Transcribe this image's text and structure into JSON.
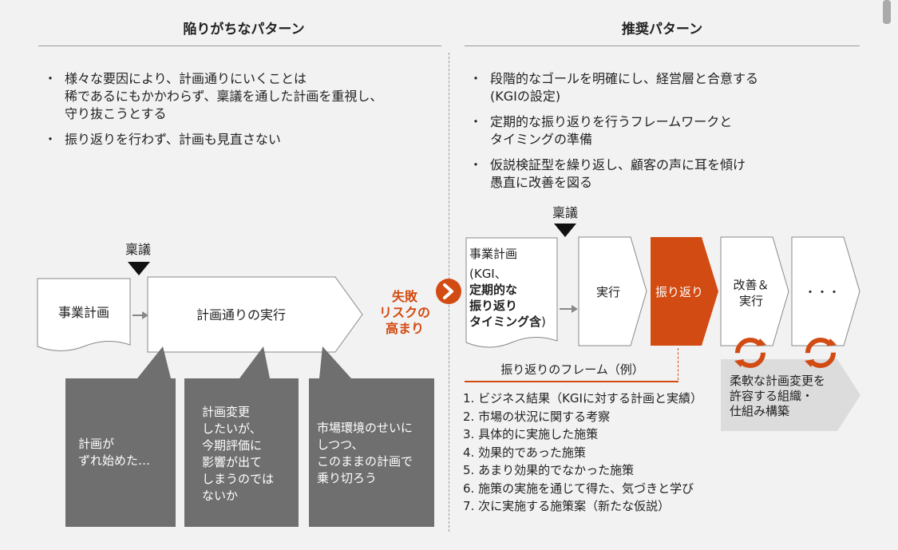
{
  "left": {
    "title": "陥りがちなパターン",
    "bullets": [
      "様々な要因により、計画通りにいくことは\n稀であるにもかかわらず、稟議を通した計画を重視し、\n守り抜こうとする",
      "振り返りを行わず、計画も見直さない"
    ],
    "approval_label": "稟議",
    "plan_label": "事業計画",
    "execution_label": "計画通りの実行",
    "speech_bubbles": [
      "計画が\nずれ始めた…",
      "計画変更\nしたいが、\n今期評価に\n影響が出て\nしまうのでは\nないか",
      "市場環境のせいに\nしつつ、\nこのままの計画で\n乗り切ろう"
    ]
  },
  "risk_label": "失敗\nリスクの\n高まり",
  "right": {
    "title": "推奨パターン",
    "bullets": [
      "段階的なゴールを明確にし、経営層と合意する\n(KGIの設定)",
      "定期的な振り返りを行うフレームワークと\nタイミングの準備",
      "仮説検証型を繰り返し、顧客の声に耳を傾け\n愚直に改善を図る"
    ],
    "approval_label": "稟議",
    "plan_title": "事業計画",
    "plan_paren_open": "(KGI、",
    "plan_bold_lines": [
      "定期的な",
      "振り返り",
      "タイミング含"
    ],
    "plan_paren_close": ")",
    "steps": [
      "実行",
      "振り返り",
      "改善＆\n実行",
      "・・・"
    ],
    "framework_title": "振り返りのフレーム（例）",
    "framework_items": [
      "1. ビジネス結果（KGIに対する計画と実績）",
      "2. 市場の状況に関する考察",
      "3. 具体的に実施した施策",
      "4. 効果的であった施策",
      "5. あまり効果的でなかった施策",
      "6. 施策の実施を通じて得た、気づきと学び",
      "7. 次に実施する施策案（新たな仮説）"
    ],
    "flex_note": "柔軟な計画変更を\n許容する組織・\n仕組み構築"
  },
  "colors": {
    "accent": "#d24b12",
    "gray_box": "#6f6f6f",
    "note_bg": "#dcdcdc",
    "background": "#f2f2f2"
  }
}
